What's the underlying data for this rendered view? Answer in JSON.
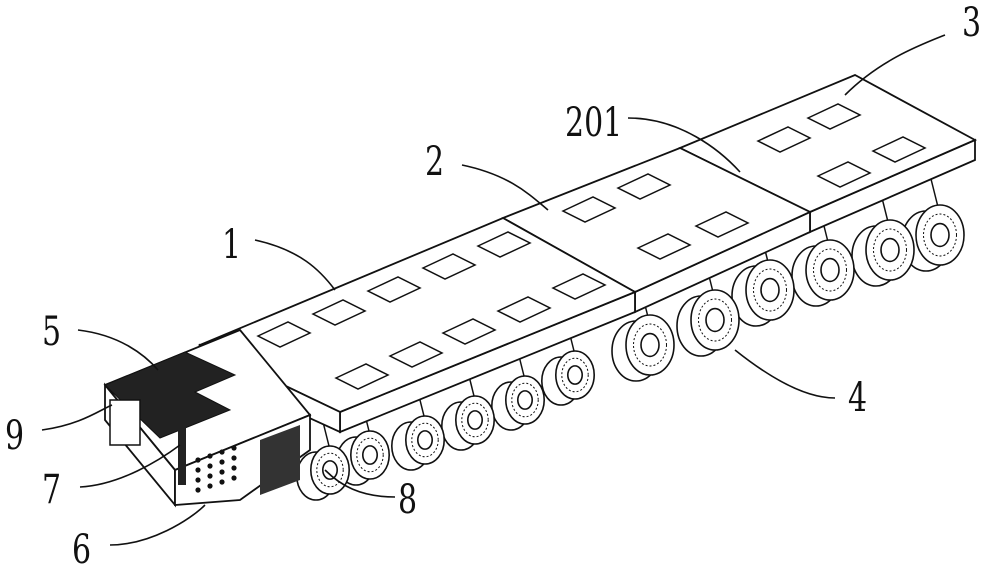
{
  "figure": {
    "callouts": [
      {
        "id": "1",
        "text": "1"
      },
      {
        "id": "2",
        "text": "2"
      },
      {
        "id": "3",
        "text": "3"
      },
      {
        "id": "201",
        "text": "201"
      },
      {
        "id": "4",
        "text": "4"
      },
      {
        "id": "5",
        "text": "5"
      },
      {
        "id": "6",
        "text": "6"
      },
      {
        "id": "7",
        "text": "7"
      },
      {
        "id": "8",
        "text": "8"
      },
      {
        "id": "9",
        "text": "9"
      }
    ]
  }
}
